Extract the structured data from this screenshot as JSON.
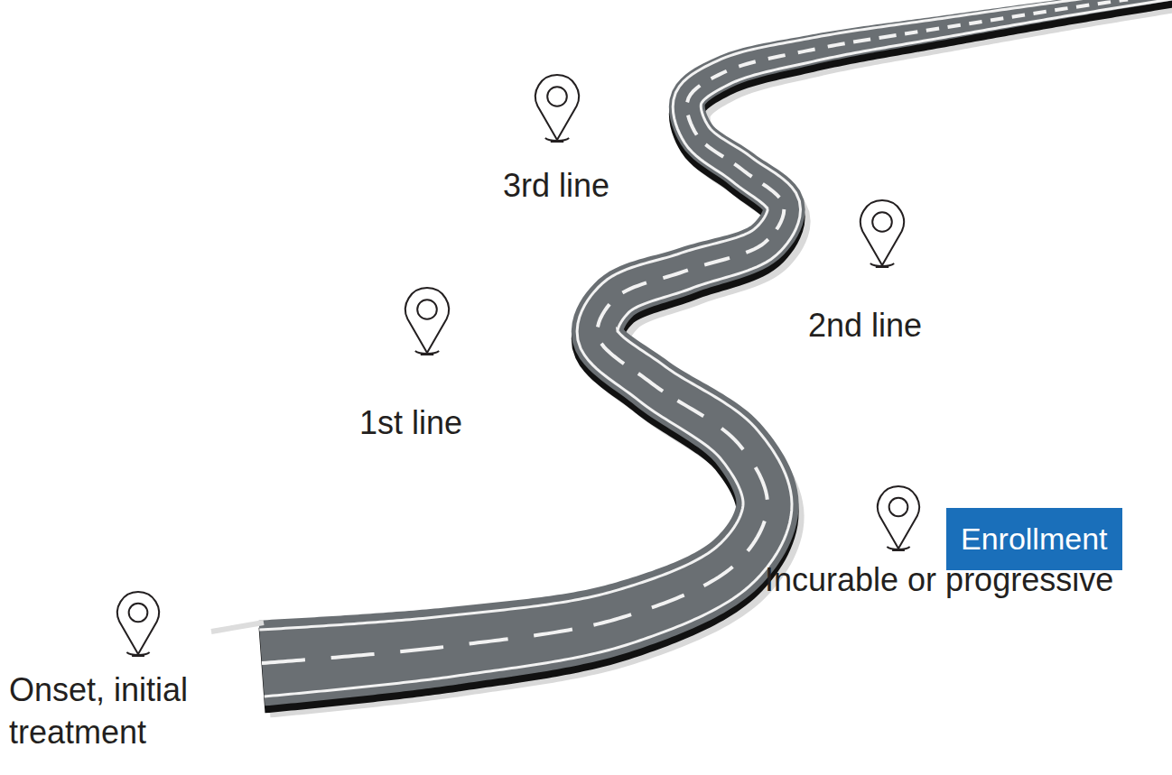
{
  "diagram": {
    "nodes": [
      {
        "text": [
          "Enrollment"
        ]
      }
    ],
    "labels": [
      "Onset, initial treatment",
      "1st line",
      "3rd line",
      "2nd line",
      "Incurable or progressive"
    ]
  }
}
